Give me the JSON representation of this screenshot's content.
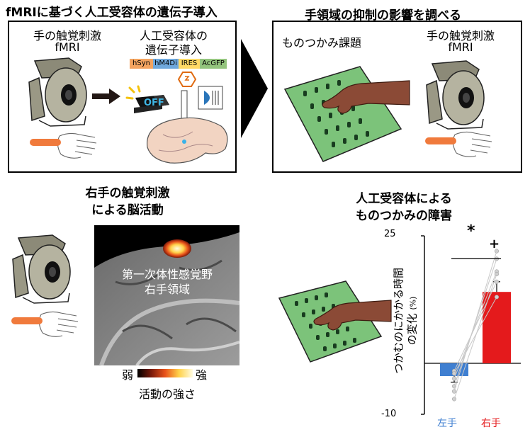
{
  "panel_a": {
    "heading": "fMRIに基づく人工受容体の遺伝子導入",
    "stim_line1": "手の触覚刺激",
    "stim_line2": "fMRI",
    "receptor_line1": "人工受容体の",
    "receptor_line2": "遺伝子導入",
    "genes": [
      "hSyn",
      "hM4Di",
      "IRES",
      "AcGFP"
    ],
    "gene_colors": [
      "#f4a460",
      "#6fa8dc",
      "#ffd966",
      "#93c47d"
    ],
    "switch_label": "OFF"
  },
  "panel_b": {
    "heading": "手領域の抑制の影響を調べる",
    "task_label": "ものつかみ課題",
    "stim_line1": "手の触覚刺激",
    "stim_line2": "fMRI"
  },
  "panel_c": {
    "heading_line1": "右手の触覚刺激",
    "heading_line2": "による脳活動",
    "region_line1": "第一次体性感覚野",
    "region_line2": "右手領域",
    "scale_low": "弱",
    "scale_high": "強",
    "scale_caption": "活動の強さ"
  },
  "panel_d": {
    "heading_line1": "人工受容体による",
    "heading_line2": "ものつかみの障害"
  },
  "chart_data": {
    "type": "bar",
    "categories": [
      "左手",
      "右手"
    ],
    "category_colors": [
      "#3f7fd1",
      "#e41a1c"
    ],
    "values": [
      -2.5,
      14
    ],
    "error": [
      1.2,
      2
    ],
    "ylim": [
      -10,
      25
    ],
    "yticks": [
      "25",
      "-10"
    ],
    "ylabel": "つかむのにかかる時間の変化 (%)",
    "ylabel_line1": "つかむのにかかる時間",
    "ylabel_line2": "の変化",
    "ylabel_unit": "(%)",
    "significance": "*",
    "plus_marker": "+",
    "paired_points": [
      [
        -4.5,
        20.5
      ],
      [
        -3,
        18
      ],
      [
        -1.5,
        16
      ],
      [
        -5.5,
        22
      ],
      [
        -7,
        17.5
      ],
      [
        -2,
        13
      ]
    ]
  }
}
